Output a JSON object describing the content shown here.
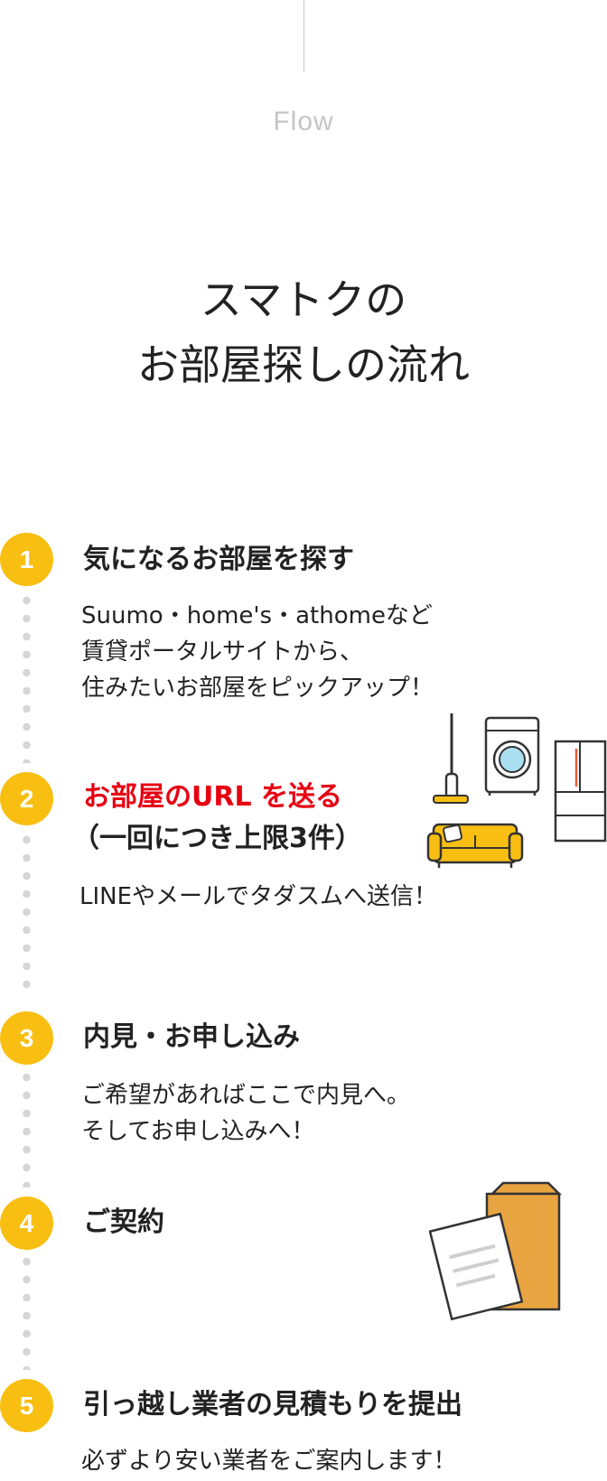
{
  "header": {
    "section_label": "Flow",
    "title_line1": "スマトクの",
    "title_line2": "お部屋探しの流れ"
  },
  "steps": [
    {
      "number": "1",
      "title": "気になるお部屋を探す",
      "desc": [
        "Suumo・home's・athomeなど",
        "賃貸ポータルサイトから、",
        "住みたいお部屋をピックアップ！"
      ]
    },
    {
      "number": "2",
      "title": "お部屋のURL を送る",
      "title_sub": "（一回につき上限3件）",
      "desc": [
        "LINEやメールでタダスムへ送信！"
      ]
    },
    {
      "number": "3",
      "title": "内見・お申し込み",
      "desc": [
        "ご希望があればここで内見へ。",
        "そしてお申し込みへ！"
      ]
    },
    {
      "number": "4",
      "title": "ご契約",
      "desc": []
    },
    {
      "number": "5",
      "title": "引っ越し業者の見積もりを提出",
      "desc": [
        "必ずより安い業者をご案内します！"
      ]
    }
  ],
  "colors": {
    "accent_yellow": "#f8bf12",
    "accent_red": "#e60012",
    "dot_gray": "#d6d6d6",
    "label_gray": "#c4c4c4",
    "box_orange": "#e8a440"
  },
  "illustrations": {
    "step2": [
      "vacuum-icon",
      "washing-machine-icon",
      "refrigerator-icon",
      "sofa-icon"
    ],
    "step4": [
      "contract-document-icon",
      "cardboard-box-icon"
    ]
  }
}
